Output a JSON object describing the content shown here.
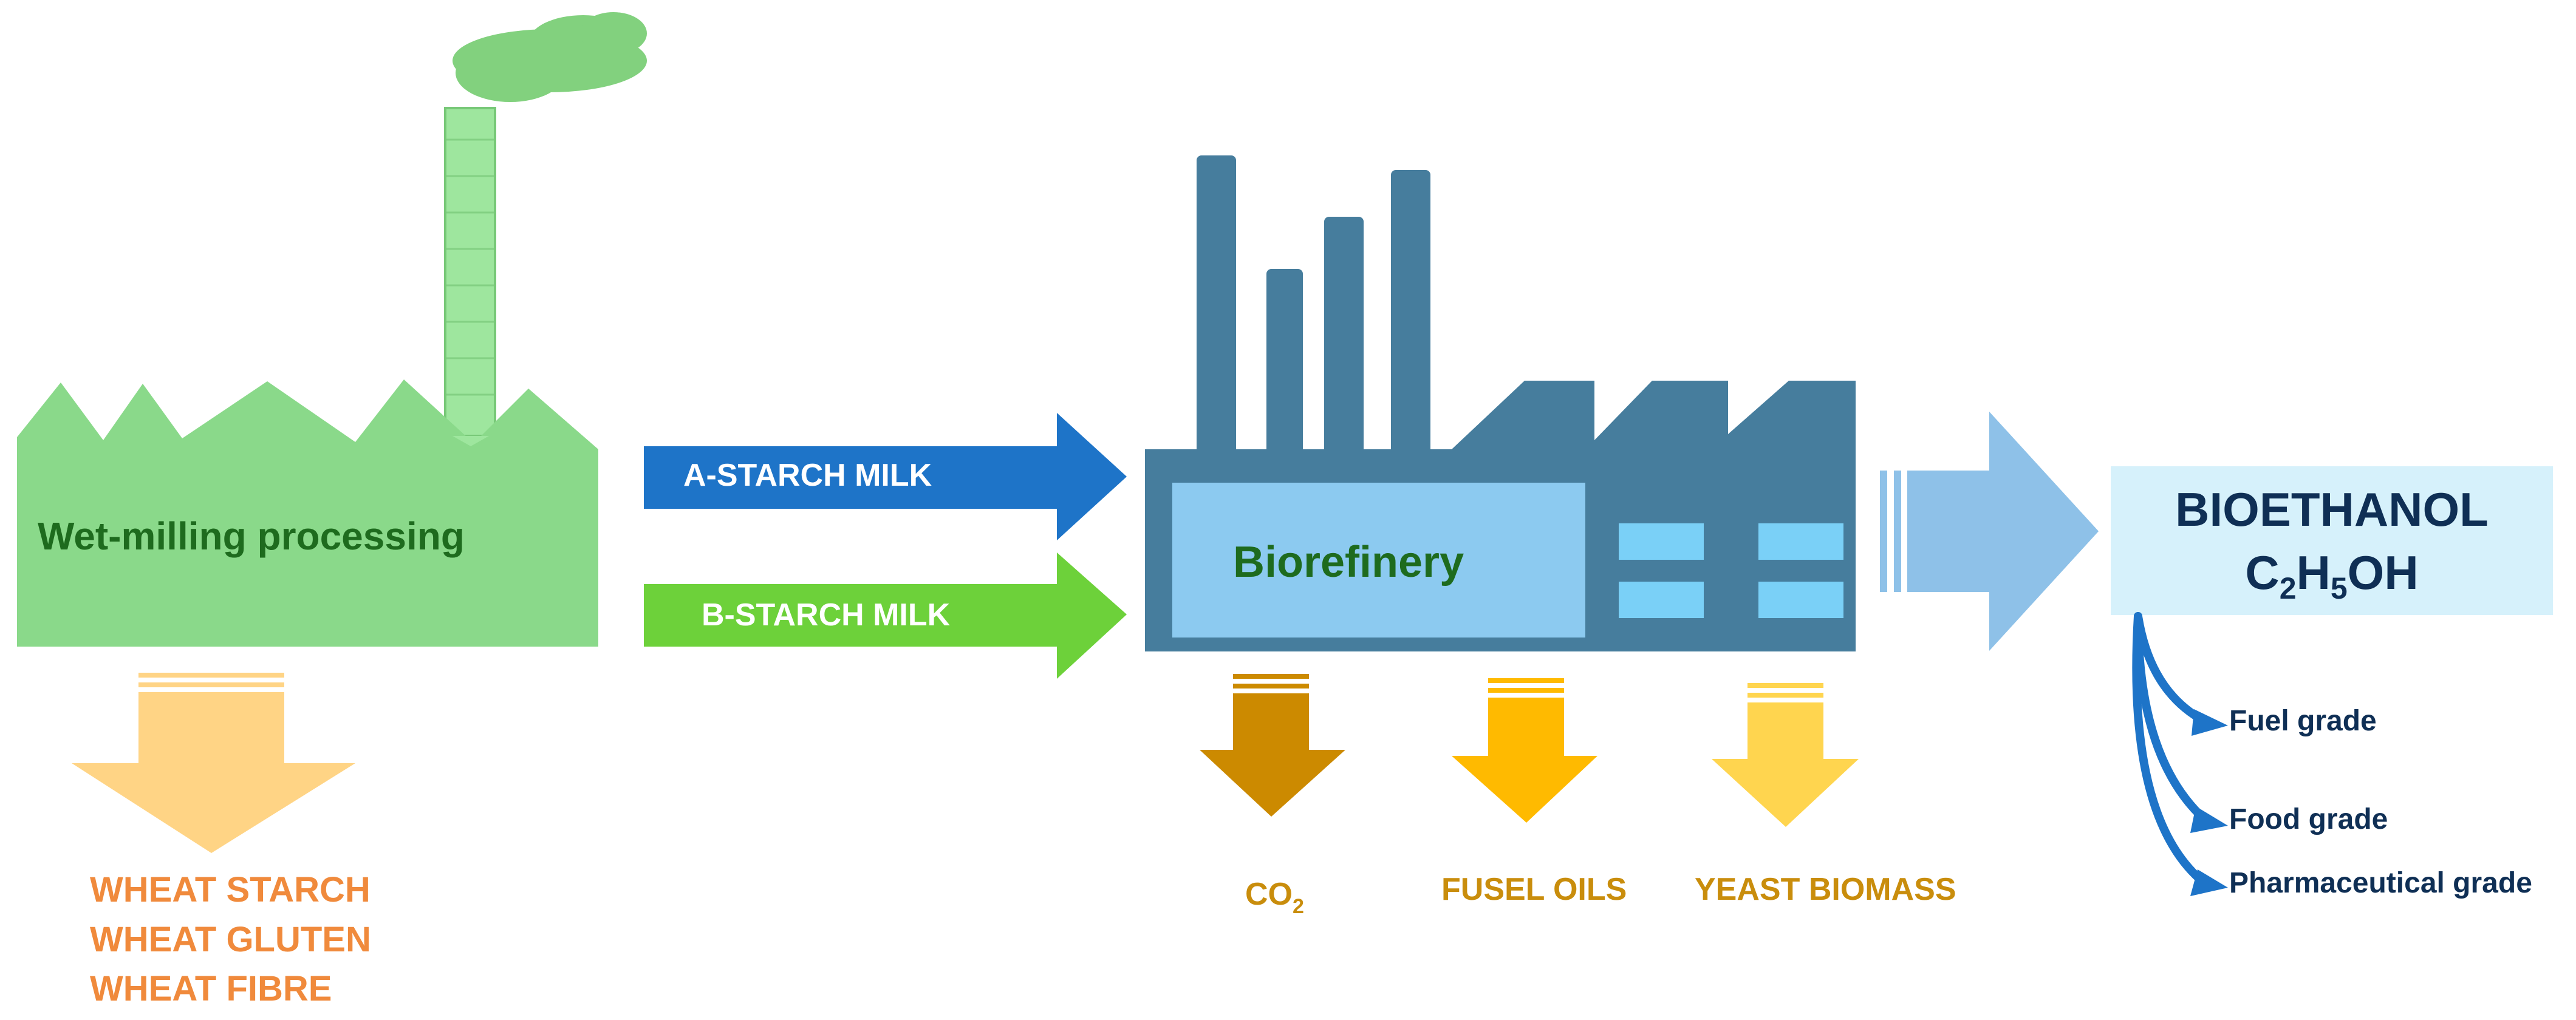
{
  "wet_milling": {
    "label": "Wet-milling processing"
  },
  "wet_milling_products": [
    "WHEAT STARCH",
    "WHEAT GLUTEN",
    "WHEAT FIBRE"
  ],
  "inputs": {
    "a_starch": "A-STARCH MILK",
    "b_starch": "B-STARCH MILK"
  },
  "biorefinery": {
    "label": "Biorefinery"
  },
  "byproducts": {
    "co2": {
      "main": "CO",
      "sub": "2"
    },
    "fusel": "FUSEL OILS",
    "yeast": "YEAST BIOMASS"
  },
  "product": {
    "name": "BIOETHANOL",
    "formula": {
      "c": "C",
      "c_sub": "2",
      "h": "H",
      "h_sub": "5",
      "oh": "OH"
    }
  },
  "grades": [
    "Fuel grade",
    "Food grade",
    "Pharmaceutical grade"
  ],
  "colors": {
    "factory_green": "#8ad98a",
    "chimney_green": "#9ee69e",
    "cloud_green": "#82d17e",
    "a_starch_blue": "#1e74c8",
    "b_starch_green": "#6dd13a",
    "refinery_blue": "#467d9d",
    "refinery_window": "#8ccaf0",
    "small_window": "#7ad0f7",
    "big_arrow_blue": "#8ec1e8",
    "product_box": "#d6f1fb",
    "co2_arrow": "#cc8a00",
    "fusel_arrow": "#ffba00",
    "yeast_arrow": "#ffd54f",
    "wheat_arrow": "#ffd485"
  }
}
